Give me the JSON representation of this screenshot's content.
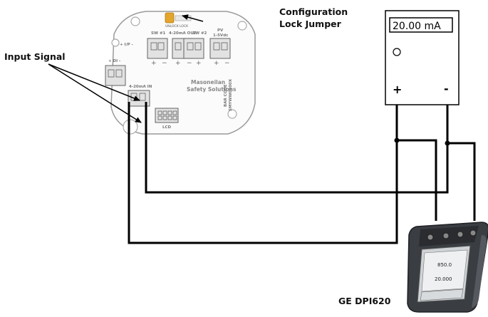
{
  "labels": {
    "config_jumper_line1": "Configuration",
    "config_jumper_line2": "Lock Jumper",
    "input_signal": "Input Signal",
    "calibrator": "GE DPI620"
  },
  "meter": {
    "display": "20.00 mA",
    "plus": "+",
    "minus": "-"
  },
  "board": {
    "sw1": "SW #1",
    "out": "4-20mA OUT",
    "sw2": "SW #2",
    "pv": "PV",
    "pv_range": "1-5Vdc",
    "ip": "+ I/P -",
    "di": "+ DI -",
    "in": "4-20mA IN",
    "brand": "Masoneilan",
    "brand_sub": "Safety Solutions",
    "barcode": "BAR CODE",
    "barcode_num": "SMYWW0000X",
    "lcd": "LCD",
    "unlock": "UNLOCK LOCK"
  },
  "device": {
    "reading1": "850.0",
    "reading2": "20.000"
  },
  "colors": {
    "wire": "#000000",
    "board_outline": "#9a9a9a",
    "jumper": "#e3a52b",
    "device_body": "#3a3d42"
  }
}
